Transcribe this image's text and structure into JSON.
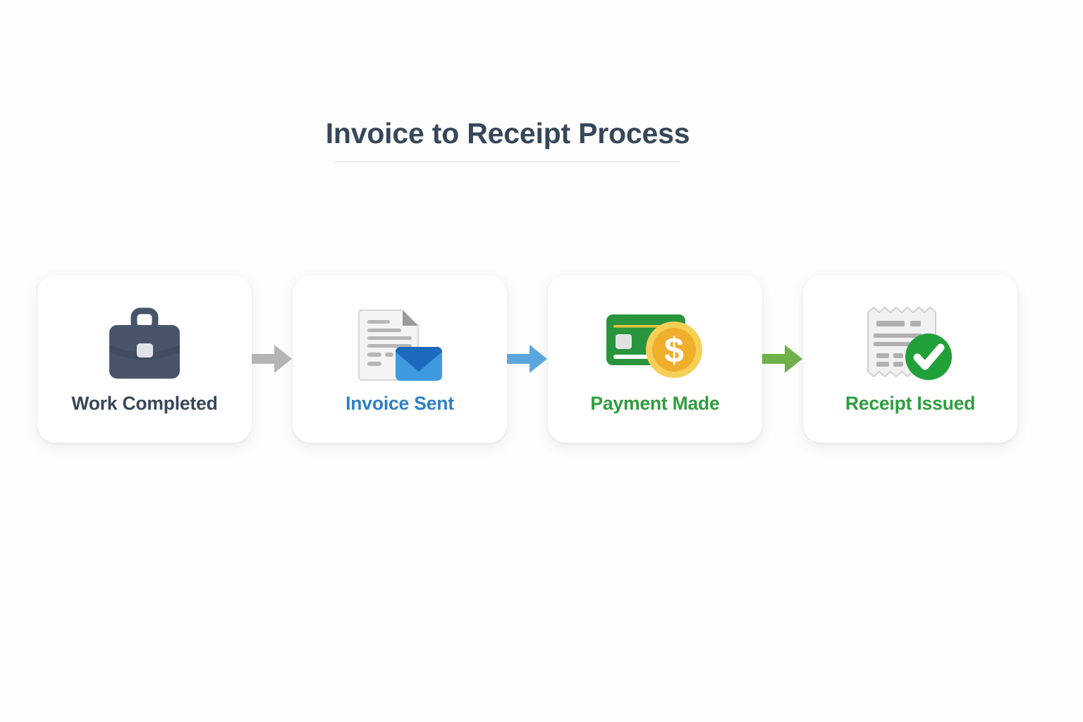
{
  "page": {
    "background_color": "#fefefe"
  },
  "header": {
    "title": "Invoice to Receipt Process",
    "title_color": "#37475a",
    "rule_color": "#d9dbdf"
  },
  "flow": {
    "steps": [
      {
        "label": "Work Completed",
        "label_color": "#37475a",
        "icon_name": "briefcase-icon",
        "icon_colors": {
          "body": "#475469",
          "body_dark": "#3d4a5c",
          "handle": "#475469",
          "clasp": "#dfe3e8"
        }
      },
      {
        "label": "Invoice Sent",
        "label_color": "#2e80c4",
        "icon_name": "document-envelope-icon",
        "icon_colors": {
          "paper": "#f4f4f4",
          "paper_edge": "#d8d8d8",
          "fold": "#9a9a9a",
          "text_lines": "#b6b6b6",
          "envelope_body": "#3d9ade",
          "envelope_flap": "#1d69bd"
        }
      },
      {
        "label": "Payment Made",
        "label_color": "#2e9e3e",
        "icon_name": "credit-card-coin-icon",
        "icon_colors": {
          "card": "#28953c",
          "card_dark": "#1f7f31",
          "stripe": "#e8c63c",
          "chip": "#e2e2e2",
          "band": "#ffffff",
          "coin_outer": "#f7cf57",
          "coin_inner": "#efae2c",
          "coin_symbol": "#ffffff"
        }
      },
      {
        "label": "Receipt Issued",
        "label_color": "#2e9e3e",
        "icon_name": "receipt-check-icon",
        "icon_colors": {
          "paper": "#f1f1f1",
          "paper_edge": "#cfcfcf",
          "text_lines": "#b0b0b0",
          "badge": "#21a03a",
          "badge_dark": "#17882e",
          "check": "#ffffff"
        }
      }
    ],
    "arrows": [
      {
        "name": "arrow-work-to-invoice",
        "color": "#b4b4b4"
      },
      {
        "name": "arrow-invoice-to-payment",
        "color": "#5ca6e0"
      },
      {
        "name": "arrow-payment-to-receipt",
        "color": "#6fb04a"
      }
    ]
  }
}
